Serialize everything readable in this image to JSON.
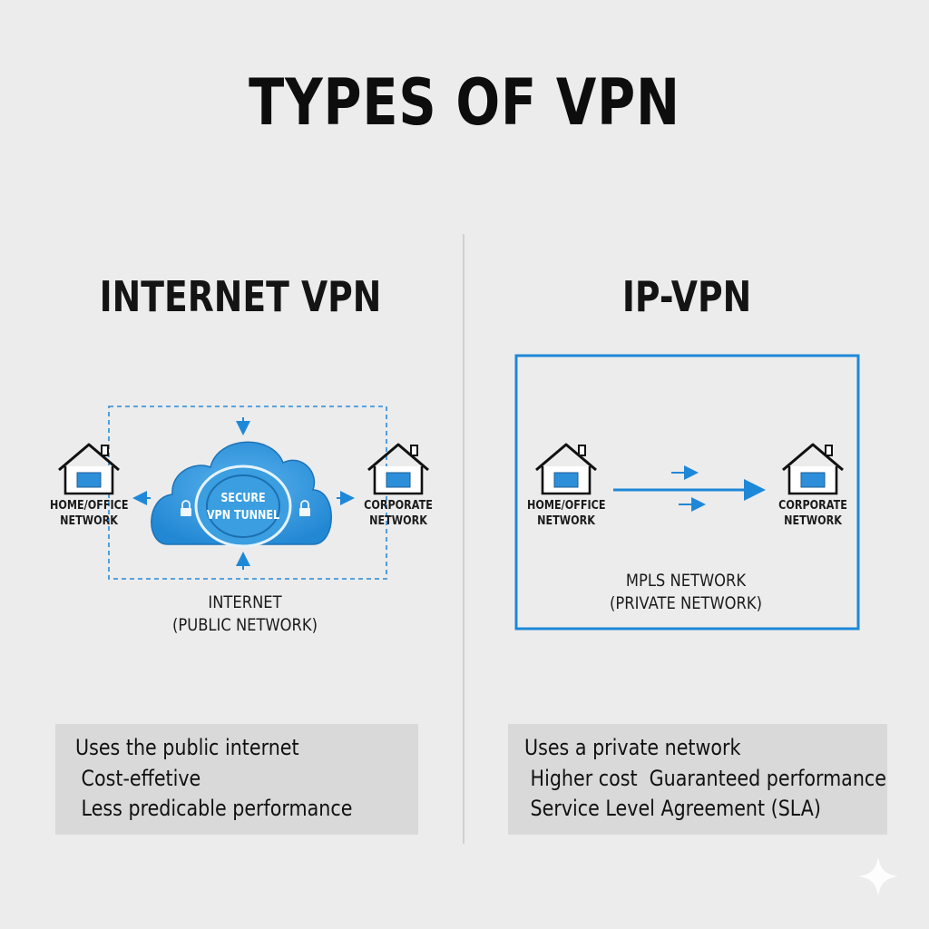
{
  "title": "TYPES OF VPN",
  "internet_vpn": {
    "heading": "INTERNET VPN",
    "home_label": "HOME/OFFICE\nNETWORK",
    "corporate_label": "CORPORATE\nNETWORK",
    "tunnel_label": "SECURE\nVPN TUNNEL",
    "network_label": "INTERNET\n(PUBLIC NETWORK)",
    "features": [
      "Uses the public internet",
      " Cost-effetive",
      " Less predicable performance"
    ]
  },
  "ip_vpn": {
    "heading": "IP-VPN",
    "home_label": "HOME/OFFICE\nNETWORK",
    "corporate_label": "CORPORATE\nNETWORK",
    "network_label": "MPLS NETWORK\n(PRIVATE NETWORK)",
    "features": [
      "Uses a private network",
      " Higher cost  Guaranteed performance",
      " Service Level Agreement (SLA)"
    ]
  },
  "colors": {
    "accent": "#1e88d8",
    "cloud": "#3a9ee0",
    "house_fill": "#2d8fd9"
  }
}
